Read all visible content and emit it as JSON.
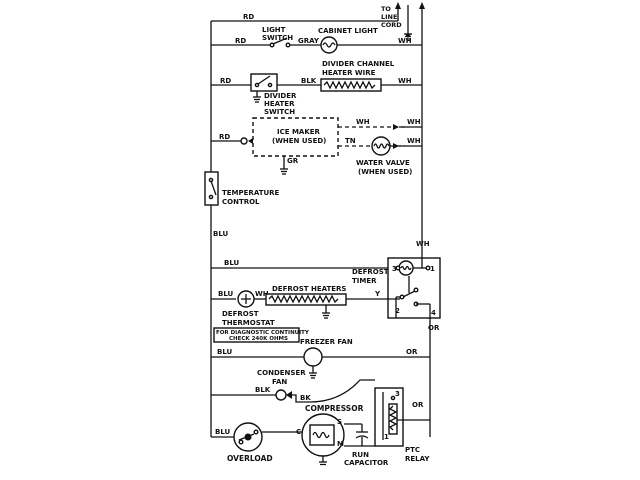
{
  "line_cord": [
    "TO",
    "LINE",
    "CORD"
  ],
  "wires": {
    "rd": "RD",
    "gray": "GRAY",
    "wh": "WH",
    "blk": "BLK",
    "blu": "BLU",
    "gr": "GR",
    "tn": "TN",
    "y": "Y",
    "or": "OR",
    "bk": "BK"
  },
  "components": {
    "light_switch": [
      "LIGHT",
      "SWITCH"
    ],
    "cabinet_light": "CABINET LIGHT",
    "divider_heater_wire": [
      "DIVIDER CHANNEL",
      "HEATER WIRE"
    ],
    "divider_heater_switch": [
      "DIVIDER",
      "HEATER",
      "SWITCH"
    ],
    "ice_maker": [
      "ICE MAKER",
      "(WHEN USED)"
    ],
    "water_valve": [
      "WATER VALVE",
      "(WHEN USED)"
    ],
    "temperature_control": [
      "TEMPERATURE",
      "CONTROL"
    ],
    "defrost_timer": [
      "DEFROST",
      "TIMER"
    ],
    "defrost_heaters": "DEFROST HEATERS",
    "defrost_thermostat": [
      "DEFROST",
      "THERMOSTAT"
    ],
    "diag_note": [
      "FOR DIAGNOSTIC CONTINUITY",
      "CHECK 240K OHMS"
    ],
    "freezer_fan": "FREEZER FAN",
    "condenser_fan": [
      "CONDENSER",
      "FAN"
    ],
    "compressor": "COMPRESSOR",
    "overload": "OVERLOAD",
    "run_capacitor": [
      "RUN",
      "CAPACITOR"
    ],
    "ptc_relay": [
      "PTC",
      "RELAY"
    ]
  },
  "timer_terminals": [
    "3",
    "1",
    "2",
    "4"
  ],
  "relay_terminals": [
    "3",
    "1"
  ],
  "compressor_terminals": [
    "C",
    "S",
    "M"
  ]
}
